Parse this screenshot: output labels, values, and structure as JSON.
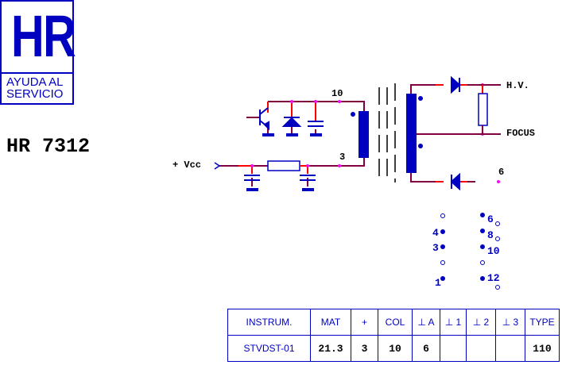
{
  "logo": {
    "mark": "HR",
    "subtitle_line1": "AYUDA AL",
    "subtitle_line2": "SERVICIO"
  },
  "model": "HR 7312",
  "schematic": {
    "labels": {
      "pin_top_primary": "10",
      "pin_bottom_primary": "3",
      "vcc": "+ Vcc",
      "hv": "H.V.",
      "focus": "FOCUS",
      "pin_secondary_low": "6"
    },
    "pinout": {
      "left": [
        "",
        "4",
        "3",
        "",
        "1"
      ],
      "right": [
        "6",
        "8",
        "10",
        "",
        "12"
      ]
    },
    "colors": {
      "wire": "#800040",
      "wire_red": "#ff0000",
      "junction": "#ff00ff",
      "component": "#0000c0"
    }
  },
  "spec_table": {
    "headers": [
      "INSTRUM.",
      "MAT",
      "+",
      "COL",
      "⊥ A",
      "⊥ 1",
      "⊥ 2",
      "⊥ 3",
      "TYPE"
    ],
    "values": [
      "STVDST-01",
      "21.3",
      "3",
      "10",
      "6",
      "",
      "",
      "",
      "110"
    ]
  }
}
